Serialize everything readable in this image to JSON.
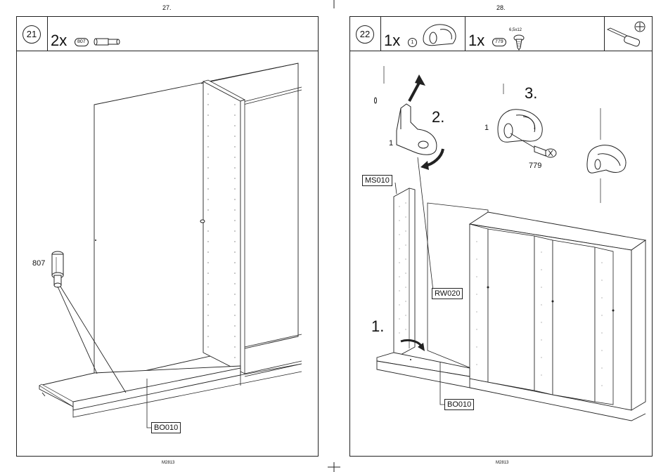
{
  "left_page": {
    "page_number": "27.",
    "footer": "M2813",
    "step": {
      "number": "21",
      "quantity": "2x",
      "part_code": "807"
    },
    "labels": {
      "part": "807",
      "component": "BO010"
    }
  },
  "right_page": {
    "page_number": "28.",
    "footer": "M2813",
    "step": {
      "number": "22",
      "quantity_1": "1x",
      "part_code_1": "1",
      "quantity_2": "1x",
      "part_code_2": "779",
      "screw_dim": "6,5x12"
    },
    "steps": {
      "s1": "1.",
      "s2": "2.",
      "s3": "3."
    },
    "labels": {
      "bracket_a": "1",
      "bracket_b": "1",
      "screw": "779",
      "side_panel": "MS010",
      "back_wall": "RW020",
      "base": "BO010"
    },
    "tools": [
      "screwdriver-icon",
      "phillips-bit-icon"
    ]
  }
}
